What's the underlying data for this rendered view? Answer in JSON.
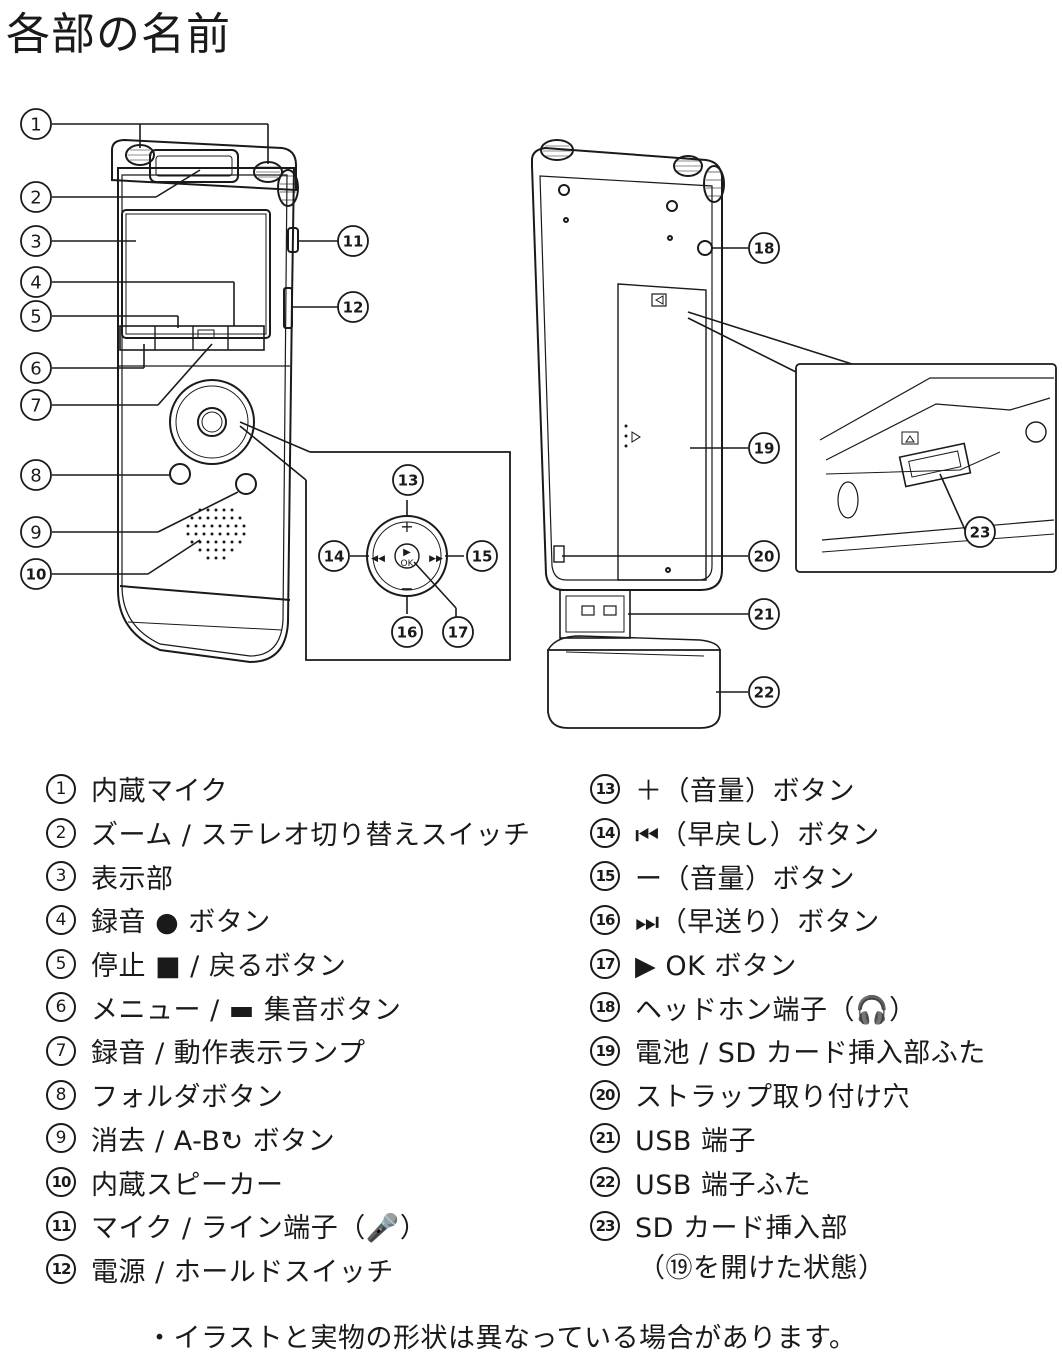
{
  "title": "各部の名前",
  "callouts": [
    "①",
    "②",
    "③",
    "④",
    "⑤",
    "⑥",
    "⑦",
    "⑧",
    "⑨",
    "⑩",
    "⑪",
    "⑫",
    "⑬",
    "⑭",
    "⑮",
    "⑯",
    "⑰",
    "⑱",
    "⑲",
    "⑳",
    "㉑",
    "㉒",
    "㉓"
  ],
  "items_left": [
    {
      "num": "①",
      "label": "内蔵マイク"
    },
    {
      "num": "②",
      "label": "ズーム / ステレオ切り替えスイッチ"
    },
    {
      "num": "③",
      "label": "表示部"
    },
    {
      "num": "④",
      "label": "録音 ● ボタン"
    },
    {
      "num": "⑤",
      "label": "停止 ■ / 戻るボタン"
    },
    {
      "num": "⑥",
      "label": "メニュー / ▬ 集音ボタン"
    },
    {
      "num": "⑦",
      "label": "録音 / 動作表示ランプ"
    },
    {
      "num": "⑧",
      "label": "フォルダボタン"
    },
    {
      "num": "⑨",
      "label": "消去 / A-B↻ ボタン"
    },
    {
      "num": "⑩",
      "label": "内蔵スピーカー"
    },
    {
      "num": "⑪",
      "label": "マイク / ライン端子（🎤）"
    },
    {
      "num": "⑫",
      "label": "電源 / ホールドスイッチ"
    }
  ],
  "items_right": [
    {
      "num": "⑬",
      "label": "＋（音量）ボタン"
    },
    {
      "num": "⑭",
      "label": "⏮（早戻し）ボタン"
    },
    {
      "num": "⑮",
      "label": "ー（音量）ボタン"
    },
    {
      "num": "⑯",
      "label": "⏭（早送り）ボタン"
    },
    {
      "num": "⑰",
      "label": "▶ OK ボタン"
    },
    {
      "num": "⑱",
      "label": "ヘッドホン端子（🎧）"
    },
    {
      "num": "⑲",
      "label": "電池 / SD カード挿入部ふた"
    },
    {
      "num": "⑳",
      "label": "ストラップ取り付け穴"
    },
    {
      "num": "㉑",
      "label": "USB 端子"
    },
    {
      "num": "㉒",
      "label": "USB 端子ふた"
    },
    {
      "num": "㉓",
      "label": "SD カード挿入部"
    }
  ],
  "item_23_sub": "（⑲を開けた状態）",
  "keypad": {
    "plus": "+",
    "minus": "−",
    "center": "▶",
    "center_sub": "OK",
    "rew": "◀◀",
    "ff": "▶▶"
  },
  "note": "・イラストと実物の形状は異なっている場合があります。"
}
